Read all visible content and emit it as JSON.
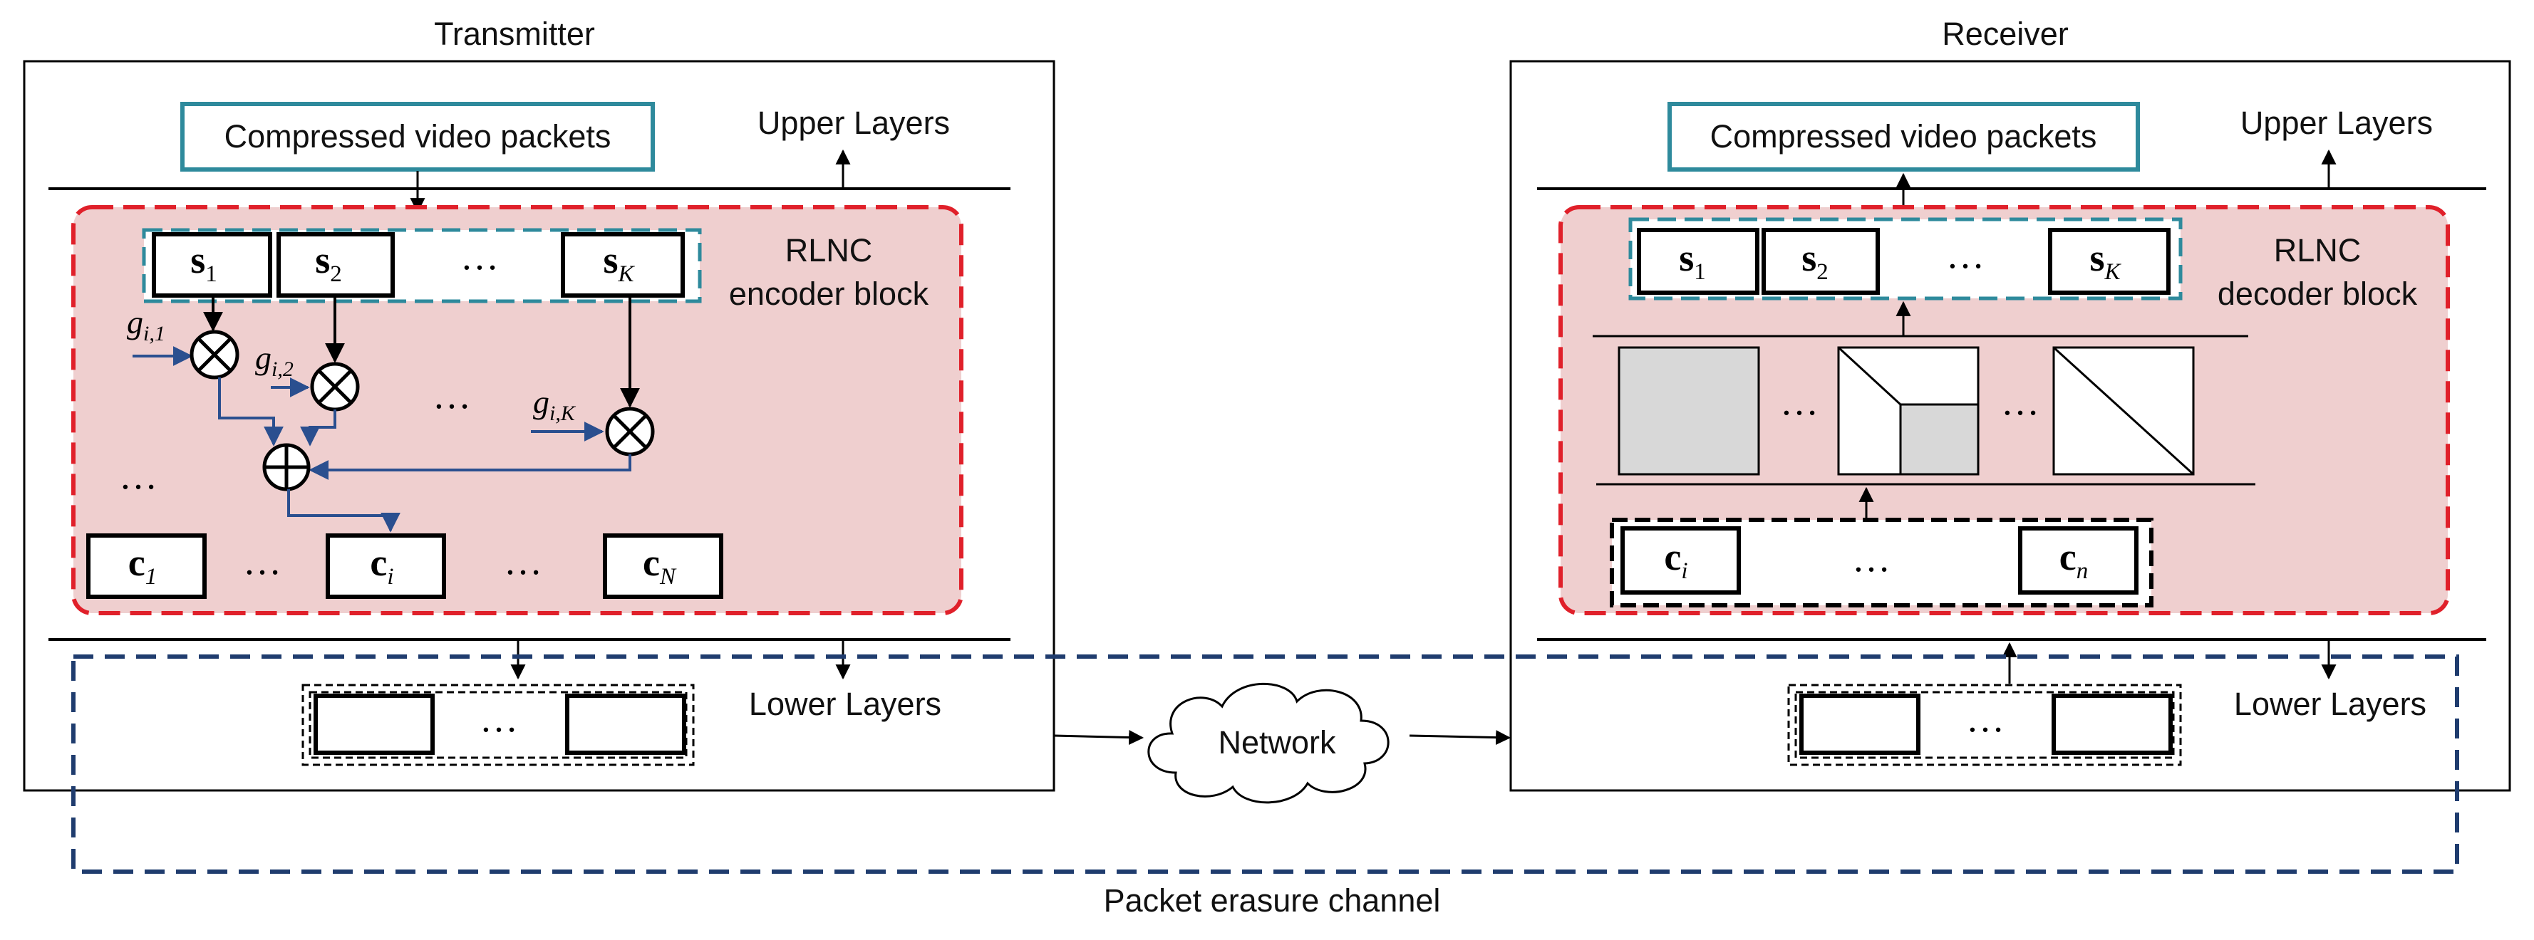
{
  "transmitter": {
    "title": "Transmitter",
    "upper_layers": "Upper Layers",
    "lower_layers": "Lower Layers",
    "compressed_packets": "Compressed video packets",
    "encoder_line1": "RLNC",
    "encoder_line2": "encoder block",
    "source_symbols": [
      {
        "base": "s",
        "sub": "1"
      },
      {
        "base": "s",
        "sub": "2"
      },
      {
        "base": "s",
        "sub": "K"
      }
    ],
    "coefficients": [
      {
        "base": "g",
        "sub": "i,1"
      },
      {
        "base": "g",
        "sub": "i,2"
      },
      {
        "base": "g",
        "sub": "i,K"
      }
    ],
    "coded_symbols": [
      {
        "base": "c",
        "sub": "1"
      },
      {
        "base": "c",
        "sub": "i"
      },
      {
        "base": "c",
        "sub": "N"
      }
    ],
    "ellipsis": "…"
  },
  "receiver": {
    "title": "Receiver",
    "upper_layers": "Upper Layers",
    "lower_layers": "Lower Layers",
    "compressed_packets": "Compressed video packets",
    "decoder_line1": "RLNC",
    "decoder_line2": "decoder block",
    "source_symbols": [
      {
        "base": "s",
        "sub": "1"
      },
      {
        "base": "s",
        "sub": "2"
      },
      {
        "base": "s",
        "sub": "K"
      }
    ],
    "received_symbols": [
      {
        "base": "c",
        "sub": "i"
      },
      {
        "base": "c",
        "sub": "n"
      }
    ],
    "ellipsis": "…"
  },
  "network": {
    "label": "Network"
  },
  "channel": {
    "label": "Packet erasure channel"
  },
  "colors": {
    "teal_box": "#2e8a9c",
    "red_dash": "#e0202a",
    "pink_fill": "#efcfcf",
    "navy": "#1f3c6e",
    "blue_arrow": "#2a4f8f",
    "gray_fill": "#d8d8d8"
  }
}
